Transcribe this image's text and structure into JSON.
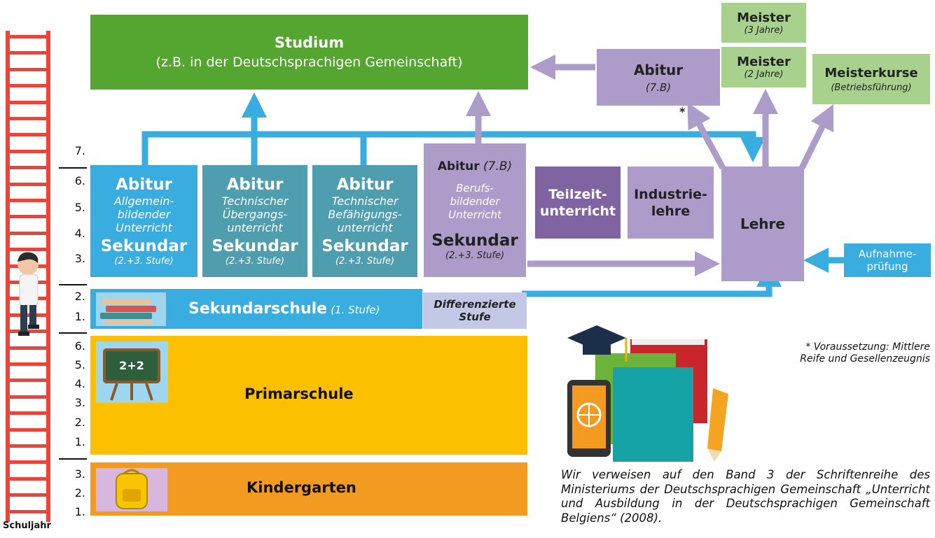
{
  "studium": {
    "title": "Studium",
    "subtitle": "(z.B. in der Deutschsprachigen Gemeinschaft)"
  },
  "abitur_top": {
    "title": "Abitur",
    "subtitle": "(7.B)",
    "asterisk": "*"
  },
  "meister3": {
    "title": "Meister",
    "subtitle": "(3 Jahre)"
  },
  "meister2": {
    "title": "Meister",
    "subtitle": "(2 Jahre)"
  },
  "meisterkurse": {
    "title": "Meisterkurse",
    "subtitle": "(Betriebsführung)"
  },
  "columns": [
    {
      "abitur": "Abitur",
      "desc": "Allgemein-\nbildender\nUnterricht",
      "sekundar": "Sekundar",
      "stufe": "(2.+3. Stufe)"
    },
    {
      "abitur": "Abitur",
      "desc": "Technischer\nÜbergangs-\nunterricht",
      "sekundar": "Sekundar",
      "stufe": "(2.+3. Stufe)"
    },
    {
      "abitur": "Abitur",
      "desc": "Technischer\nBefähigungs-\nunterricht",
      "sekundar": "Sekundar",
      "stufe": "(2.+3. Stufe)"
    },
    {
      "abitur": "Abitur",
      "abitur_suffix": "(7.B)",
      "desc": "Berufs-\nbildender\nUnterricht",
      "sekundar": "Sekundar",
      "stufe": "(2.+3. Stufe)"
    }
  ],
  "teilzeit": "Teilzeit-\nunterricht",
  "industrie": "Industrie-\nlehre",
  "lehre": "Lehre",
  "aufnahme": "Aufnahme-\nprüfung",
  "sekundarschule": {
    "title": "Sekundarschule",
    "stufe": "(1. Stufe)"
  },
  "differenzierte": "Differenzierte\nStufe",
  "primarschule": "Primarschule",
  "kindergarten": "Kindergarten",
  "chalkboard_text": "2+2",
  "schuljahr": "Schuljahr",
  "years": {
    "sek": [
      "7.",
      "6.",
      "5.",
      "4.",
      "3."
    ],
    "sek1": [
      "2.",
      "1."
    ],
    "prim": [
      "6.",
      "5.",
      "4.",
      "3.",
      "2.",
      "1."
    ],
    "kg": [
      "3.",
      "2.",
      "1."
    ]
  },
  "footnote": "* Voraussetzung: Mittlere\nReife und Gesellenzeugnis",
  "reference": "Wir verweisen auf den Band 3 der Schriftenreihe des Ministeriums der Deutschsprachigen Gemeinschaft „Unterricht und Ausbildung in der Deutschsprachigen Gemeinschaft Belgiens“ (2008).",
  "colors": {
    "blue": "#39ace0",
    "teal": "#4e9eaf",
    "lavender": "#ad9bca",
    "green": "#55a630",
    "light_green": "#a9d18e",
    "purple": "#8064a2",
    "yellow": "#fcc000",
    "orange": "#f39a21",
    "light_lavender": "#c5c7e6",
    "ladder_red": "#e8453c"
  }
}
